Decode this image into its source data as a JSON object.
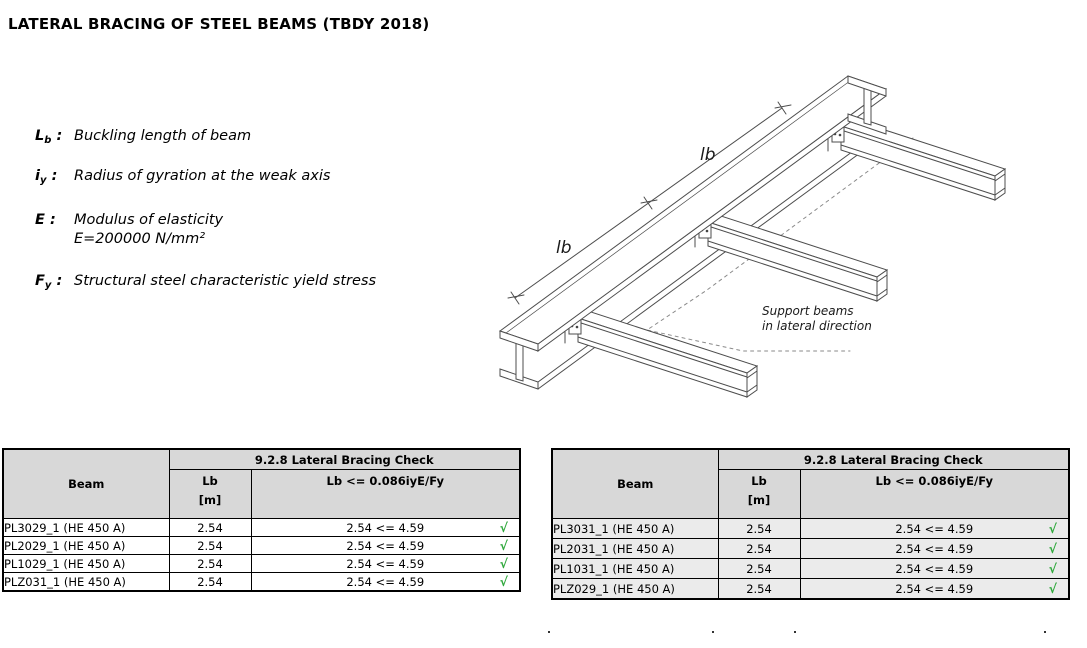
{
  "title": "LATERAL BRACING OF STEEL BEAMS (TBDY 2018)",
  "definitions": [
    {
      "term": "L",
      "sub": "b",
      "colon": ":",
      "desc": "Buckling length of beam"
    },
    {
      "term": "i",
      "sub": "y",
      "colon": ":",
      "desc": "Radius of gyration at the weak axis"
    },
    {
      "term": "E",
      "sub": "",
      "colon": ":",
      "desc": "Modulus of elasticity",
      "extra": "E=200000 N/mm²"
    },
    {
      "term": "F",
      "sub": "y",
      "colon": ":",
      "desc": "Structural steel characteristic yield stress"
    }
  ],
  "diagram": {
    "lb_label_lower": "lb",
    "lb_label_upper": "lb",
    "annotation_line1": "Support beams",
    "annotation_line2": "in lateral direction"
  },
  "tables": [
    {
      "header": {
        "beam": "Beam",
        "check_group": "9.2.8 Lateral Bracing Check",
        "lb": "Lb",
        "lb_unit": "[m]",
        "formula": "Lb <= 0.086iyE/Fy"
      },
      "rows": [
        {
          "beam": "PL3029_1 (HE 450 A)",
          "lb": "2.54",
          "check": "2.54 <= 4.59",
          "status": "√"
        },
        {
          "beam": "PL2029_1 (HE 450 A)",
          "lb": "2.54",
          "check": "2.54 <= 4.59",
          "status": "√"
        },
        {
          "beam": "PL1029_1 (HE 450 A)",
          "lb": "2.54",
          "check": "2.54 <= 4.59",
          "status": "√"
        },
        {
          "beam": "PLZ031_1 (HE 450 A)",
          "lb": "2.54",
          "check": "2.54 <= 4.59",
          "status": "√"
        }
      ]
    },
    {
      "header": {
        "beam": "Beam",
        "check_group": "9.2.8 Lateral Bracing Check",
        "lb": "Lb",
        "lb_unit": "[m]",
        "formula": "Lb <= 0.086iyE/Fy"
      },
      "rows": [
        {
          "beam": "PL3031_1 (HE 450 A)",
          "lb": "2.54",
          "check": "2.54 <= 4.59",
          "status": "√"
        },
        {
          "beam": "PL2031_1 (HE 450 A)",
          "lb": "2.54",
          "check": "2.54 <= 4.59",
          "status": "√"
        },
        {
          "beam": "PL1031_1 (HE 450 A)",
          "lb": "2.54",
          "check": "2.54 <= 4.59",
          "status": "√"
        },
        {
          "beam": "PLZ029_1 (HE 450 A)",
          "lb": "2.54",
          "check": "2.54 <= 4.59",
          "status": "√"
        }
      ]
    }
  ],
  "colors": {
    "check_green": "#2fa83c",
    "header_bg": "#d8d8d8",
    "right_rows_bg": "#ebebeb",
    "line_gray": "#4d4d4d"
  }
}
